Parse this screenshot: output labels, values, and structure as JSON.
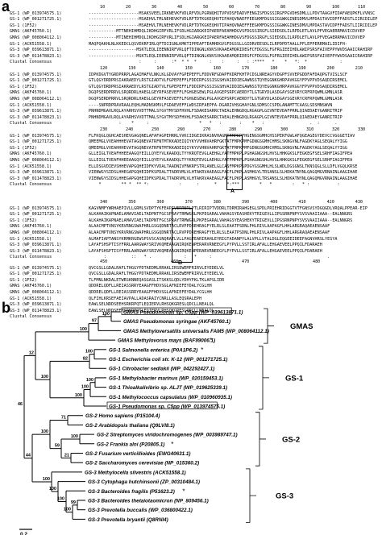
{
  "panel_a_label": "a",
  "panel_b_label": "b",
  "alignment": {
    "names": [
      "GS-1 (WP_013974575.1)",
      "GS-1 (WP_001271725.1)",
      "GS-1 (1F52)",
      "GMAS (AKF45760.1)",
      "GMAS (WP_008064112.1)",
      "GS-1 (ACK51558.1)",
      "GS-3 (WP_039613871.1)",
      "GS-3 (WP_011478823.1)",
      "Clustal Consensus"
    ],
    "blocks": [
      {
        "ruler": [
          "10",
          "20",
          "30",
          "40",
          "50",
          "60",
          "70",
          "80",
          "90",
          "100",
          "110"
        ],
        "seqs": [
          "--------------------MSAKSVEELIRKNEVKFVDLRFVDLPGRNQHITVPVDSFDADVFENGISFDGSSIRGFPGVDHSDMLLLPDVTAAGVFIDAFAEQPKFLVVNSC",
          "--------------------MSAEHVLTMLNEHEVKFVDLRFTDTKGKEQHVTIPAHQVNAEFFEEGKMFDGSSIGGWKGINESDMVLMPDASTAVIDPFFADSTLIIRCDILEP",
          "--------------------MSAEHVLTMLNEHEVKFVDLRFTDTKGKEQHVTIPAHQVNAEFFEEGKMFDGSSIGGWKGINESDMVLMPDASTAVIDPFFADSTLIIRCDILEP",
          "-----------MTTNEHIHMDQLIKDHGIRFVRLIFSDLHGIARGKEIPAERFAEAMHDGVSFDGSSIRGFLSIEDSDLILRPDLETLAVLPFVEGAERRMAVICDVVEP",
          "-----------MTINEHIHMDQLIKDHGIRFVRLIFSDLHGIARGKEIPAERFAEAMHDGVSFDGSSIRGFLSIEDSDLILRPDLETLAVLPFVEGAERRMAVICDVVEP",
          "MAQPQAKHLNLKKEDCLQSVEKRFIRLQFTDIIGNLKMKTIPPEAFTEAMHDGVSFDGSSLLGIDRVEESDLILRPDPDTAALLPFLEPPERRMAILIDIFH-",
          "-------------------MSKTLEQLIEENNIRFVRLQFTDINGNLKNVSVKAAEAMQRIDEGFCFDGSSLFGFRGIEEIHDLAWIPSRSFAIVEPPYWVDSAAICRAHIRP",
          "-------------------MSKTLEQLIEENNIRFVRLQFTDINGNLKNVSVKAAEAMQRIDEGFCFDGSSLFGFRGIEEIHDLAWIPSRSFAIVEPPYWVDSAAICRAHIRP",
          "                    :     :      :*  * *  *     :    :     :   : :****   *    *   *:  *             :             "
        ]
      },
      {
        "ruler": [
          "120",
          "130",
          "140",
          "150",
          "160",
          "170",
          "180",
          "190",
          "200",
          "210"
        ],
        "seqs": [
          "IDPKDGVTYGRDPRRPLAGAIMAFVLNKLKLGDVAYFGPEPEFFLFDDVRFGDAPFKDRFKHTPCDSLNREAGYVDGPFSVVEPGDDFAFDAQPGTVISLSCF",
          "GTLQGYDRDPRSIAKRAEDYLRSTGIADTVLFGPEPEFFLFDDIRFGSSISGSHVAIDDIEGAWNSSTQYEGGNKGHRPAVKGGYFPVPPVDSAQDIRSEMCL",
          "GTLQGYDRDPRSIAKRAEDYLRSTGIADTVLFGPEPEFFLFDDIRFGSSISGSHVAIDDIEGAWNSSTQYEGGNKGHRPAVKGGYFPVPPVDSAQDIRSEMCL",
          "DGQPSERDPRRVLSRQRDRLHAEGLGEYRFASEVEFFLFGHGEGEWLPGLAVGEPSRPCAERDYTLGTGRYDLASDGAYSGEVRYCRFRPQWMLGMNLASR",
          "DGQPSERDPRRVLSRQRDRLHAEGLGEYRFASEVEFFLFGHGEGEWLPGLAVGEPSRPCAERDYTLGTGRYDLASDGAYSGEVRYCRFRPQWMLGMNLASR",
          "----SNPRDPRAVRAALEQHLMADNSKMVLFGDAEVEFFLWDSIRFAEPFA-DGARIVHSGHAYGNLSDMSCCSPDLANAMTTCAASLSDSMNSWVN",
          "PNHNDMGAVLRQLAYARHSVVDTTMALSYGVTMYSDFHVHLFSDAKESARRCTAEALEHNGDQLRGAGPLGIVNTEVDAFPRRLQIAEDAEYGANRITRIP",
          "PNHNDMGAVLRQLAYARHSVVDTTMALSYGVTMYSDFHVHLFSDAKESARRCTAEALEHNGDQLRGAGPLGIVNTEVDAFPRRLQIAEDAEYGANRITRIP",
          "            :    *     :                    *   *   :       :    *   :                  .  :      .  "
        ]
      },
      {
        "ruler": [
          "230",
          "240",
          "250",
          "260",
          "270",
          "280",
          "290",
          "300",
          "310",
          "320",
          "330"
        ],
        "seqs": [
          "FLFKQGLQGHCAESHEVGAGQNELAFAFAGPEHRRLVVKCIDGEIKRASNVHAGMTFMPKPFHGENGSGMHCHSSPEKFGWLAFQGEAGEGYDEVCCVGGGETIAV",
          "QMEEMGLVVEAHHHEVATAGQNEVATRFNTMTKKADEIQIYKYVVHNVAHRFGKTATFMPKPMFGDNGSGMHCHMSLSKNGVNLFAGDKYAGLSEQALYYIGG",
          "QMEEMGLVVEAHHHEVATAGQNEVATRFNTMTKKADEIQIYKYVVHNVAHRFGKTATFMPKPMFGDNGSGMHCHMSLSKNGVNLFAGDKYAGLSEQALYYIGG",
          "GLLEIGLTVEAFHHEEAAGQYEILLQYEYVLKAADQLTYYKRQTEVGLAEHGLYATFMPKPLPGHAGNGSHLHVSLHHKGKSLFEGKEGFSELSRHFIAGIFPEA",
          "GLLEIGLTVEAFHHEEAAGQYEILLQYEYVLKAADQLTYYKRQTEVGLAEHGLYATFMPKPLPGHAGNGSHLHVSLHHKGKSLFEGKEGFSELSRHFIAGIFPEA",
          "ELLDSGVDIEVSHHEVAPGQHEIDFKYVDALTAADNIVFNKRFSTRLANELGLCASFMPKPSPDGYGSGMHLHLSLWDLDGSGNSLTKNSQGLSLLDFLVGQLKRSE",
          "VIENWGYSIDSLHHEGAPGQHEIDFKSPDALTTADRVMLVLHTAKRVAAEAGLFACFLPKPLASMHGYLTRSANSLSLHDKATNYNLQAGQMGVRNAINLAAGIHAE",
          "VIENWGYSIDSLHHEGAPGQHEIDFKSPDALTTADRVMLVLHTAKRVAAEAGLFACFLPKPLASMHGYLTRSANSLSLHDKATNYNLQAGQMGVRNAINLAAGIHAE",
          "    *        ** *  ** *:            :      :      *    *:***        *   *        :   * :           :     "
        ]
      },
      {
        "ruler": [
          "340",
          "350",
          "360",
          "370",
          "380",
          "390",
          "400",
          "410",
          "420",
          "430"
        ],
        "seqs": [
          "KAGVNMFYWRHAEPIVLLGRMLSVDPTYKFEAPIVERRNRLPTLRIRIPTVDDRLTDRMIRAHGEGLSPDLPRIEHRIDGGTVTFGNSVSYDGQGDLVRQALPPEAR-EIP",
          "ALKAHAIKAPNAELAMAVIAELTADPNTFGCSPRAYTRMWGRLPKPEGARALVAHAGSYEASHEKYTRIGEVLLIPGSRNPNPYSVSVAAIIAAA--EALNNGRS",
          "ALKAHAIKAPNAELAMAVIAELTADPNTFGCSPRAYTRMWGRLPKPEGARALVAHAGSYEASHEKYTRIGEVLLIPGSRNPNPYSVSVAAIIAAA--EALNNGRS",
          "ALAACMPTVNSYKRVRNGSWAPHRLGSGQDNRTACLRVPPDREHRAGFYELRLSLEAATPSDNLPHLRIVLAAPAGFLHHLARGRAQAEAENSAAF",
          "ALAACMPTVNSYKRVRNGSWAPHRLGSGQDNRTACLRVPPDREHRAGFYELRLSLEAATPSDNLPHLRIVLAAPAGFLHHLARGRAQAEAENSAAF",
          "ALMAFIAPTANSYKRMKRGEWSPSVSCASNQRATLVLLPAGTEARIRAHLEYRIGTADANPYLALVPLLVTALDGLEQGEEIDEEFAGNVHRSLYESYA",
          "LAYAFSHSPTISYFRRLAARGWAYSRIVKQMEAAGNIRQKENPERARVRNEEGYLPYPVLLSSTIRLAFALLEHGAEVEELPPQILFDARAEH",
          "LAYAFSHSPTISYFRRLAARGWAYSRIVKQMEAAGNIRQKENPERARVRNEEGYLPYPVLLSSTIRLAFALLEHGAEVEELPPQILFDARAEH",
          "      :          ::   * .             :   *     :                                              .    "
        ]
      },
      {
        "ruler": [
          "450",
          "460",
          "470",
          "480"
        ],
        "seqs": [
          "QVCGSLLGDALRAFLTHGGYPDTAEDMLRRAKLIRSEWEMFRIRVLEYEDELVL",
          "QVCGSLLGDALRAFLTHGGYPDTAEDMLRRAKLIRSEWEMFRIRVLEYEDELVL",
          "TLFMNLNKDALETWRSKNNEQASGASLITSKKSLQDLYDHYFKLTKLAPSLIDR",
          "QDDRELQDFLLREIASSRRYEAAGFFHDVSGLAFNIEFEYDALYCGLHH",
          "QDDRELQDFLLREIASSRRYEAAGFFHDVSGLAFNIEFEYDALYCGLHH",
          "QLFIHLKRSEFAEIAVPALLADASRAIYCNRLLASLEQSRALEPH",
          "EAWLSELNDDSEEHSRKRPQTLEQIERVLRHSQKGRESLQDCLLNEALQL",
          "EAWLSELNDDSEEHSRKRPQTLEQIERVLRHSQKGRESLQDCLLNEALQL",
          "      *                                    .      "
        ]
      }
    ],
    "box_a_label": "A",
    "box_b_label": "B"
  },
  "tree": {
    "groups": [
      {
        "label": "GMAS"
      },
      {
        "label": "GS-1"
      },
      {
        "label": "GS-2"
      },
      {
        "label": "GS-3"
      }
    ],
    "leaves": [
      {
        "label": "GMAS Pseudomonas sp. C5pp (WP_039613871.1)",
        "boxed": true,
        "star": false
      },
      {
        "label": "GMAS Pseudomonas syringae (AKF45760.1)",
        "boxed": false,
        "star": false
      },
      {
        "label": "GMAS Methyloversatilis universalis FAM5 (WP_008064112.1)",
        "boxed": false,
        "star": false
      },
      {
        "label": "GMAS Methylovorus mays (BAF99006.1)",
        "boxed": false,
        "star": true
      },
      {
        "label": "GS-1 Salmonella enterica (P0A1P6.2)",
        "boxed": false,
        "star": true
      },
      {
        "label": "GS-1 Escherichia coli str. K-12 (WP_001271725.1)",
        "boxed": false,
        "star": false
      },
      {
        "label": "GS-1 Citrobacter sedlakii (WP_042292427.1)",
        "boxed": false,
        "star": false
      },
      {
        "label": "GS-1 Methylobacter marinus (WP_020159453.1)",
        "boxed": false,
        "star": false
      },
      {
        "label": "GS-1 Thioalkalivibrio sp. ALJT (WP_019625339.1)",
        "boxed": false,
        "star": false
      },
      {
        "label": "GS-1 Methylococcus capsulatus (WP_010960935.1)",
        "boxed": false,
        "star": false
      },
      {
        "label": "GS-1 Pseudomonas sp. C5pp (WP_013974575.1)",
        "boxed": true,
        "star": false
      },
      {
        "label": "GS-2 Homo sapiens (P15104.4)",
        "boxed": false,
        "star": false
      },
      {
        "label": "GS-2 Arabidopsis thaliana (Q9LVI8.1)",
        "boxed": false,
        "star": false
      },
      {
        "label": "GS-2 Streptomyces viridochromogenes (WP_003989747.1)",
        "boxed": false,
        "star": false
      },
      {
        "label": "GS-2 Frankia alni (P20805.1)",
        "boxed": false,
        "star": true
      },
      {
        "label": "GS-2 Fusarium verticillioides (EWG40631.1)",
        "boxed": false,
        "star": false
      },
      {
        "label": "GS-2 Saccharomyces cerevisiae (NP_015360.2)",
        "boxed": false,
        "star": false
      },
      {
        "label": "GS-3 Methylocella silvestris (ACK51558.1)",
        "boxed": false,
        "star": false
      },
      {
        "label": "GS-3 Cytophaga hutchinsonii (ZP_00310484.1)",
        "boxed": false,
        "star": false
      },
      {
        "label": "GS-3 Bacteroides fragilis (P51623.2)",
        "boxed": false,
        "star": true
      },
      {
        "label": "GS-3 Bacteroides thetaiotaomicron (NP_809456.1)",
        "boxed": false,
        "star": false
      },
      {
        "label": "GS-3 Prevotella buccalis (WP_036800422.1)",
        "boxed": false,
        "star": false
      },
      {
        "label": "GS-3 Prevotella bryantii (Q8RNI4)",
        "boxed": false,
        "star": false
      }
    ],
    "bootstrap": [
      "100",
      "97",
      "100",
      "100",
      "82",
      "100",
      "100",
      "12",
      "100",
      "100",
      "71",
      "100",
      "46",
      "21",
      "59",
      "100",
      "99",
      "44",
      "100",
      "100",
      "100",
      "100",
      "100"
    ],
    "scale_label": "0.2"
  }
}
